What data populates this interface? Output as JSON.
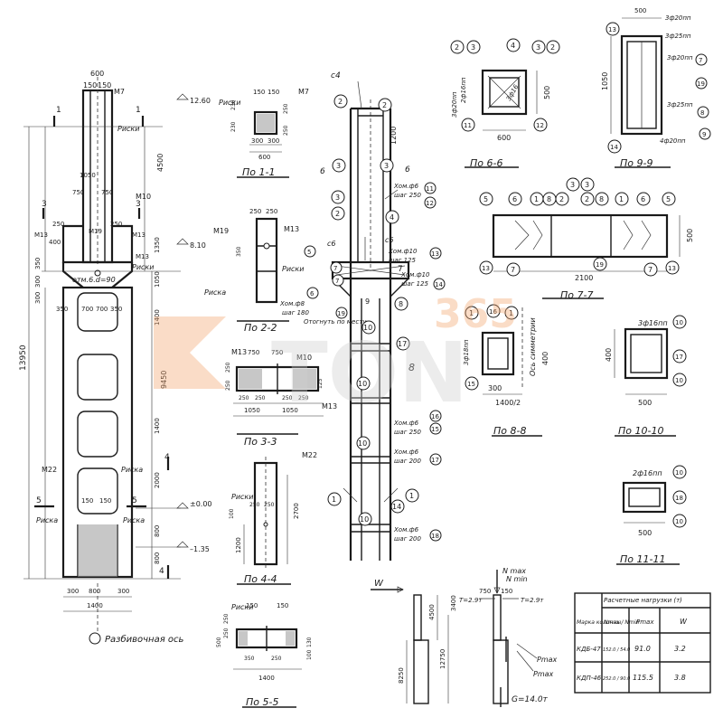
{
  "views": {
    "elev_main": {
      "dims": [
        "600",
        "150",
        "150",
        "M7",
        "1",
        "1",
        "Риски",
        "12.60",
        "4500",
        "1050",
        "750",
        "750",
        "M10",
        "3",
        "3",
        "250",
        "250",
        "400",
        "M13",
        "M13",
        "M19",
        "1350",
        "8.10",
        "350",
        "300",
        "300",
        "Риски",
        "M13",
        "1050",
        "отм.6.d=90",
        "350",
        "700",
        "700",
        "350",
        "13950",
        "1400",
        "9450",
        "1400",
        "M22",
        "4",
        "5",
        "5",
        "150",
        "150",
        "Риска",
        "Риска",
        "Риска",
        "2000",
        "800",
        "±0.00",
        "800",
        "–1.35",
        "4",
        "300",
        "800",
        "300",
        "1400",
        "Разбивочная ось"
      ]
    },
    "sec_1_1": {
      "title": "По 1-1",
      "dims": [
        "Риски",
        "150",
        "150",
        "M7",
        "230",
        "230",
        "250",
        "250",
        "300",
        "300",
        "600"
      ]
    },
    "sec_2_2": {
      "title": "По 2-2",
      "dims": [
        "M19",
        "250",
        "250",
        "M13",
        "350",
        "5",
        "Риска",
        "Риски",
        "Хом.ф8",
        "шаг 180"
      ]
    },
    "sec_3_3": {
      "title": "По 3-3",
      "dims": [
        "M13",
        "750",
        "750",
        "M10",
        "250",
        "250",
        "125",
        "M13",
        "250",
        "250",
        "250",
        "250",
        "1050",
        "1050"
      ]
    },
    "sec_4_4": {
      "title": "По 4-4",
      "dims": [
        "M22",
        "Риски",
        "250",
        "250",
        "1200",
        "100",
        "2700"
      ]
    },
    "sec_5_5": {
      "title": "По 5-5",
      "dims": [
        "Риски",
        "150",
        "150",
        "500",
        "250",
        "250",
        "350",
        "250",
        "1400",
        "130",
        "100"
      ]
    },
    "rebar": {
      "labels": [
        "c4",
        "2",
        "2",
        "1200",
        "3",
        "3",
        "6",
        "6",
        "Хом.ф6",
        "шаг 250",
        "11",
        "12",
        "3",
        "2",
        "4",
        "c6",
        "c6",
        "Хом.ф10",
        "шаг 125",
        "13",
        "Хом.ф10",
        "шаг 125",
        "14",
        "7",
        "7",
        "7",
        "5",
        "6",
        "8",
        "19",
        "Отогнуть по месту",
        "9",
        "10",
        "17",
        "8",
        "10",
        "Хом.ф6",
        "шаг 250",
        "16",
        "15",
        "10",
        "Хом.ф6",
        "шаг 200",
        "17",
        "1",
        "1",
        "10",
        "14",
        "Хом.ф6",
        "шаг 200",
        "18"
      ]
    },
    "sec_6_6": {
      "title": "По 6-6",
      "labels": [
        "2",
        "3",
        "4",
        "3",
        "2",
        "3ф20пп",
        "2ф16пп",
        "3ф16",
        "500",
        "11",
        "600",
        "12"
      ]
    },
    "sec_9_9": {
      "title": "По 9-9",
      "labels": [
        "500",
        "13",
        "3ф20пп",
        "3ф25пп",
        "7",
        "1050",
        "3ф20пп",
        "19",
        "3ф25пп",
        "8",
        "14",
        "4ф20пп",
        "9"
      ]
    },
    "sec_7_7": {
      "title": "По 7-7",
      "labels": [
        "5",
        "6",
        "1",
        "8",
        "2",
        "3",
        "3",
        "2",
        "8",
        "1",
        "6",
        "5",
        "500",
        "13",
        "7",
        "19",
        "7",
        "13",
        "2100"
      ]
    },
    "sec_8_8": {
      "title": "По 8-8",
      "labels": [
        "1",
        "16",
        "1",
        "3ф18пп",
        "Ось симметрии",
        "400",
        "15",
        "300",
        "1400/2"
      ]
    },
    "sec_10_10": {
      "title": "По 10-10",
      "labels": [
        "3ф16пп",
        "10",
        "400",
        "17",
        "10",
        "500"
      ]
    },
    "sec_11_11": {
      "title": "По 11-11",
      "labels": [
        "2ф16пп",
        "10",
        "18",
        "10",
        "500"
      ]
    },
    "scheme1": {
      "labels": [
        "W",
        "4500",
        "3400",
        "8250",
        "12750"
      ]
    },
    "scheme2": {
      "labels": [
        "N max",
        "N min",
        "T=2.9т",
        "750",
        "150",
        "T=2.9т",
        "Pmax",
        "Pmax",
        "G=14.0т"
      ]
    }
  },
  "load_table": {
    "header_top": "Расчетные нагрузки (т)",
    "col_mark": "Марка колонны",
    "sub_cols": [
      "Nmax / Nmin",
      "Pmax",
      "W"
    ],
    "rows": [
      {
        "mark": "КДБ-47",
        "n": "152.0 / 54.0",
        "p": "91.0",
        "w": "3.2"
      },
      {
        "mark": "КДП-46",
        "n": "252.0 / 90.0",
        "p": "115.5",
        "w": "3.8"
      }
    ]
  },
  "watermark": {
    "top": "365",
    "bottom": "TON"
  },
  "colors": {
    "ink": "#1a1a1a",
    "watermark": "#f2a46b"
  }
}
